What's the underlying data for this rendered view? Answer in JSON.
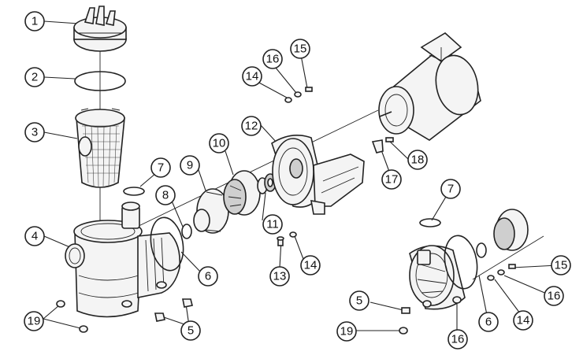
{
  "callouts": [
    {
      "id": "c1",
      "label": "1"
    },
    {
      "id": "c2",
      "label": "2"
    },
    {
      "id": "c3",
      "label": "3"
    },
    {
      "id": "c4",
      "label": "4"
    },
    {
      "id": "c5a",
      "label": "5"
    },
    {
      "id": "c6a",
      "label": "6"
    },
    {
      "id": "c7a",
      "label": "7"
    },
    {
      "id": "c8",
      "label": "8"
    },
    {
      "id": "c9",
      "label": "9"
    },
    {
      "id": "c10",
      "label": "10"
    },
    {
      "id": "c11",
      "label": "11"
    },
    {
      "id": "c12",
      "label": "12"
    },
    {
      "id": "c13",
      "label": "13"
    },
    {
      "id": "c14a",
      "label": "14"
    },
    {
      "id": "c14b",
      "label": "14"
    },
    {
      "id": "c15a",
      "label": "15"
    },
    {
      "id": "c16a",
      "label": "16"
    },
    {
      "id": "c17",
      "label": "17"
    },
    {
      "id": "c18",
      "label": "18"
    },
    {
      "id": "c19a",
      "label": "19"
    },
    {
      "id": "c7b",
      "label": "7"
    },
    {
      "id": "c15b",
      "label": "15"
    },
    {
      "id": "c16b",
      "label": "16"
    },
    {
      "id": "c14c",
      "label": "14"
    },
    {
      "id": "c6b",
      "label": "6"
    },
    {
      "id": "c5b",
      "label": "5"
    },
    {
      "id": "c19b",
      "label": "19"
    },
    {
      "id": "c16c",
      "label": "16"
    }
  ]
}
